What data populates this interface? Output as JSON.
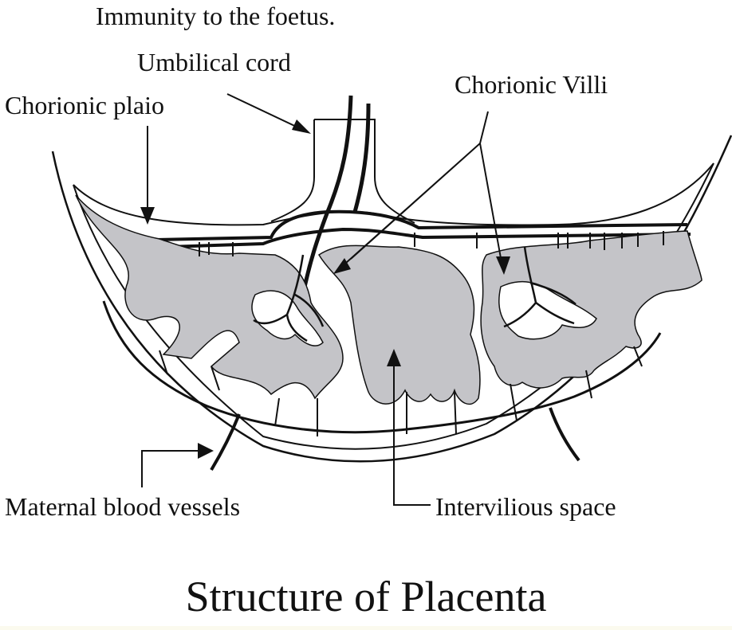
{
  "diagram": {
    "header_text": "Immunity to the foetus.",
    "caption": "Structure of Placenta",
    "labels": {
      "umbilical_cord": "Umbilical cord",
      "chorionic_plate": "Chorionic plaio",
      "chorionic_villi": "Chorionic Villi",
      "maternal_blood_vessels": "Maternal blood vessels",
      "intervillous_space": "Intervilious space"
    },
    "colors": {
      "outline": "#111111",
      "villi_fill": "#c4c4c8",
      "background": "#ffffff",
      "bottom_strip": "#fbfaee"
    }
  }
}
